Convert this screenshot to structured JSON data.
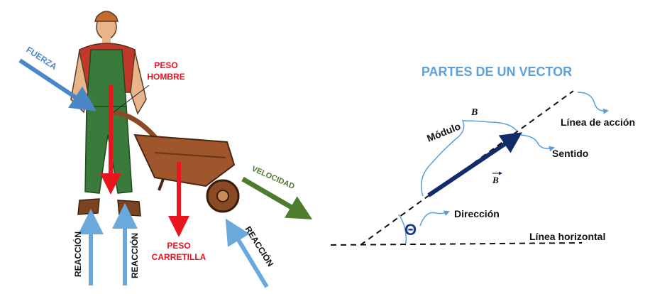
{
  "left_diagram": {
    "fuerza": "FUERZA",
    "peso_hombre_1": "PESO",
    "peso_hombre_2": "HOMBRE",
    "velocidad": "VELOCIDAD",
    "peso_carretilla_1": "PESO",
    "peso_carretilla_2": "CARRETILLA",
    "reaccion_1": "REACCIÓN",
    "reaccion_2": "REACCIÓN",
    "reaccion_3": "REACCIÓN"
  },
  "right_diagram": {
    "title": "PARTES DE UN VECTOR",
    "modulo": "Módulo",
    "modulo_symbol": "B",
    "vector_symbol": "B",
    "linea_accion": "Línea de acción",
    "sentido": "Sentido",
    "direccion": "Dirección",
    "theta": "Θ",
    "linea_horizontal": "Línea horizontal"
  },
  "colors": {
    "blue_arrow": "#4a86c8",
    "light_blue": "#6aa9dc",
    "red": "#e8141e",
    "green": "#4c7c2c",
    "navy": "#102a6a",
    "title_blue": "#5fa0d6"
  }
}
